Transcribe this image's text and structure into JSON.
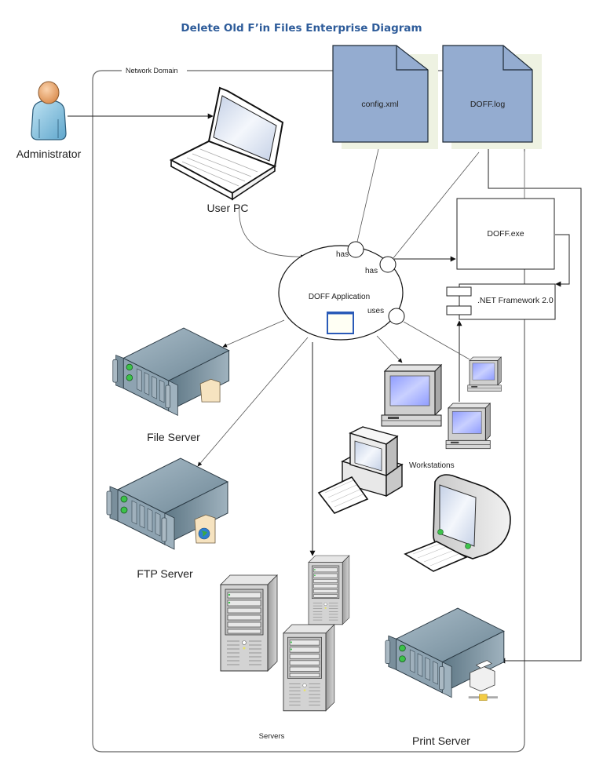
{
  "title": "Delete Old F’in Files Enterprise Diagram",
  "colors": {
    "title": "#2e5c9a",
    "file_fill": "#94acd0",
    "file_shadow": "#eef2e2",
    "server_top": "#8aa0ae",
    "server_front": "#6e8694",
    "monitor_screen": "#aab8ff"
  },
  "container": {
    "label": "Network Domain"
  },
  "nodes": {
    "administrator": {
      "label": "Administrator",
      "icon": "person-icon"
    },
    "user_pc": {
      "label": "User PC",
      "icon": "laptop-icon"
    },
    "config_file": {
      "label": "config.xml",
      "icon": "document-icon"
    },
    "log_file": {
      "label": "DOFF.log",
      "icon": "document-icon"
    },
    "doff_exe": {
      "label": "DOFF.exe"
    },
    "net_framework": {
      "label": ".NET Framework 2.0",
      "icon": "component-icon"
    },
    "doff_app": {
      "label": "DOFF Application",
      "icon": "window-icon"
    },
    "file_server": {
      "label": "File Server",
      "icon": "rack-server-icon"
    },
    "ftp_server": {
      "label": "FTP Server",
      "icon": "rack-server-icon"
    },
    "workstations": {
      "label": "Workstations",
      "icon": "workstation-icon"
    },
    "servers": {
      "label": "Servers",
      "icon": "tower-server-icon"
    },
    "print_server": {
      "label": "Print Server",
      "icon": "rack-server-icon"
    }
  },
  "ports": {
    "has_config": "has",
    "has_exe": "has",
    "uses_framework": "uses"
  }
}
